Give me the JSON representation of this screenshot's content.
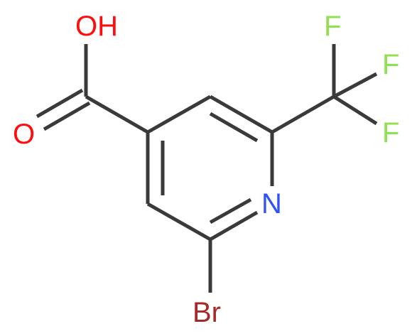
{
  "molecule": {
    "atoms": {
      "oh": {
        "label": "OH",
        "color": "#ff0d0d"
      },
      "o_carbonyl": {
        "label": "O",
        "color": "#ff0d0d"
      },
      "n_ring": {
        "label": "N",
        "color": "#3050f8"
      },
      "br": {
        "label": "Br",
        "color": "#a62929"
      },
      "f_top": {
        "label": "F",
        "color": "#90e050"
      },
      "f_right": {
        "label": "F",
        "color": "#90e050"
      },
      "f_lower": {
        "label": "F",
        "color": "#90e050"
      }
    },
    "colors": {
      "bond": "#3a3a3a",
      "fluorine": "#90e050"
    }
  }
}
